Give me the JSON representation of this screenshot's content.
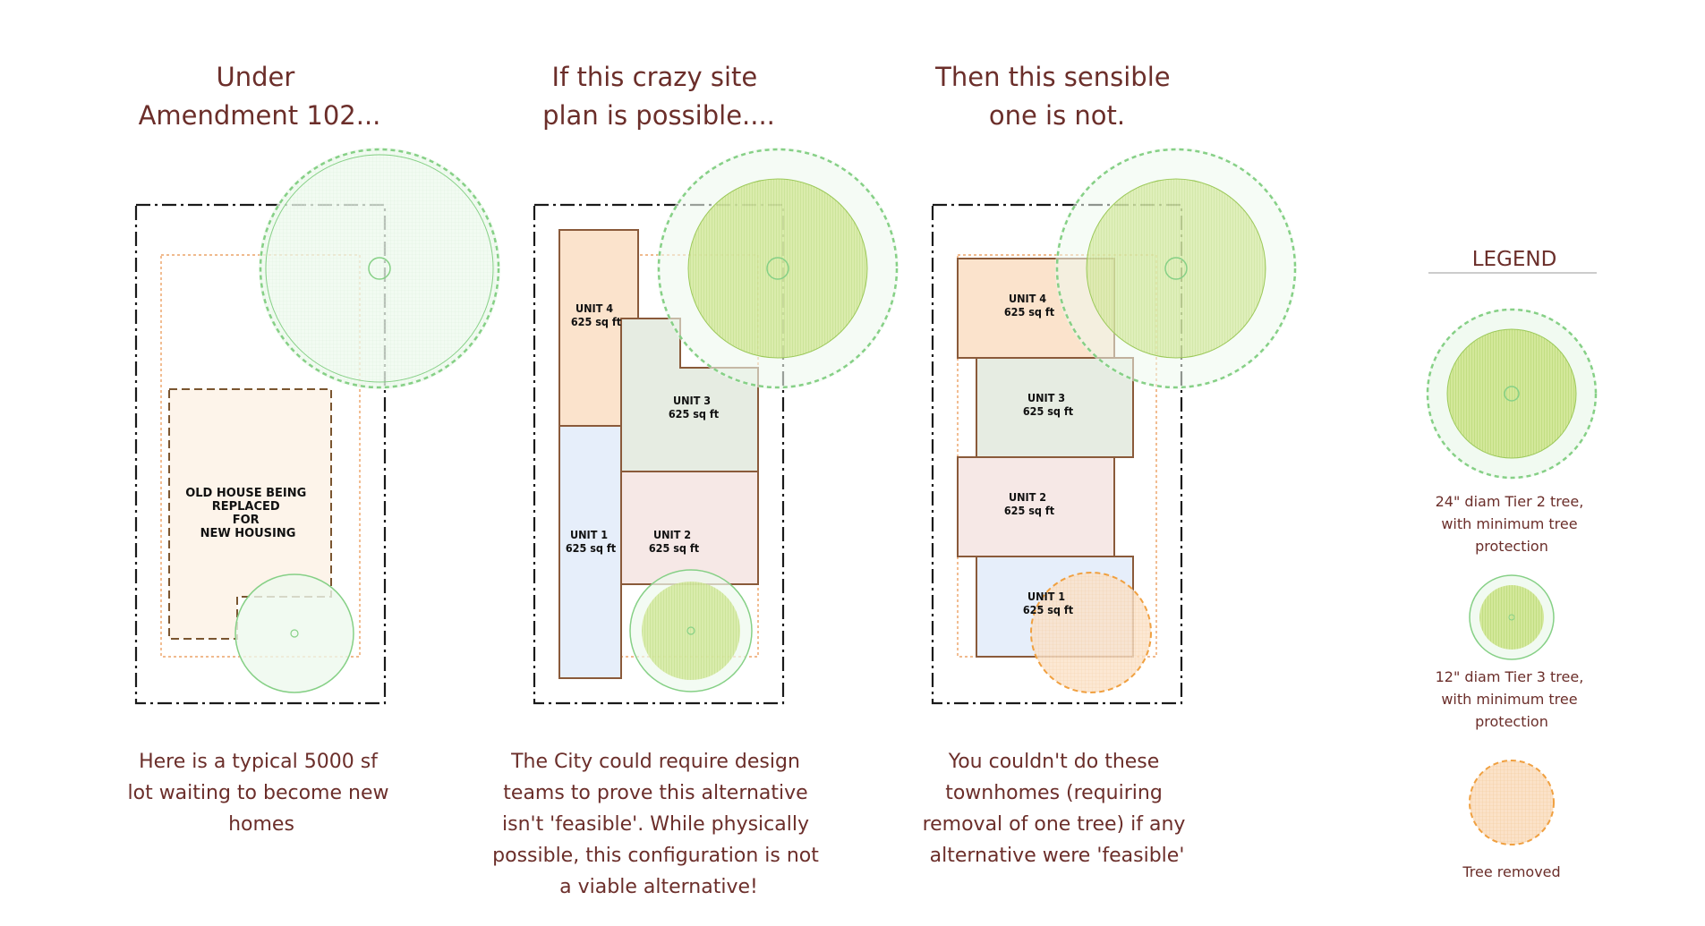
{
  "colors": {
    "heading": "#6b2e2a",
    "lot_line": "#1a1a1a",
    "setback": "#e8914a",
    "unit_outline": "#8a5a3a",
    "tree_outline": "#7fcf7f",
    "tree_canopy_fill": "#eaf8ea",
    "tree_trunk_zone": "#c6e08a",
    "tree_removed": "#f0a040",
    "unit1_fill": "#e6eefa",
    "unit2_fill": "#f6e8e6",
    "unit3_fill": "#e6ece2",
    "unit4_fill": "#fbe3cc",
    "old_house_fill": "#fdf4ea"
  },
  "panels": [
    {
      "heading": [
        "Under",
        "Amendment 102..."
      ],
      "caption": [
        "Here is a typical 5000 sf",
        "lot waiting to become new",
        "homes"
      ],
      "old_house_label": [
        "OLD HOUSE BEING",
        "REPLACED",
        "FOR",
        "NEW HOUSING"
      ]
    },
    {
      "heading": [
        "If this crazy site",
        "plan is possible...."
      ],
      "caption": [
        "The City could require design",
        "teams to prove this alternative",
        "isn't  'feasible'.  While physically",
        "possible, this configuration is not",
        "a viable alternative!"
      ],
      "units": [
        {
          "name": "UNIT 4",
          "area": "625 sq ft"
        },
        {
          "name": "UNIT 3",
          "area": "625 sq ft"
        },
        {
          "name": "UNIT 1",
          "area": "625 sq ft"
        },
        {
          "name": "UNIT 2",
          "area": "625 sq ft"
        }
      ]
    },
    {
      "heading": [
        "Then this sensible",
        "one is not."
      ],
      "caption": [
        "You couldn't do these",
        "townhomes (requiring",
        "removal of one tree) if any",
        "alternative were 'feasible'"
      ],
      "units": [
        {
          "name": "UNIT 4",
          "area": "625 sq ft"
        },
        {
          "name": "UNIT 3",
          "area": "625 sq ft"
        },
        {
          "name": "UNIT 2",
          "area": "625 sq ft"
        },
        {
          "name": "UNIT 1",
          "area": "625 sq ft"
        }
      ]
    }
  ],
  "legend": {
    "title": "LEGEND",
    "items": [
      {
        "icon": "tier2-tree-icon",
        "label": [
          "24\" diam Tier 2 tree,",
          "with minimum tree",
          "protection"
        ]
      },
      {
        "icon": "tier3-tree-icon",
        "label": [
          "12\" diam Tier 3 tree,",
          "with minimum tree",
          "protection"
        ]
      },
      {
        "icon": "tree-removed-icon",
        "label": [
          "Tree removed"
        ]
      }
    ]
  }
}
